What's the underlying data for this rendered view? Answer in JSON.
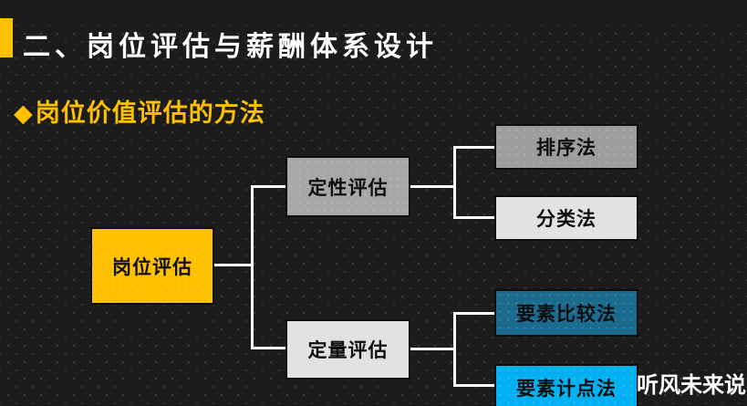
{
  "slide": {
    "title": "二、岗位评估与薪酬体系设计",
    "subtitle_bullet": "◆",
    "subtitle": "岗位价值评估的方法",
    "watermark": "听风未来说",
    "background_color": "#1C1C1C",
    "accent_color": "#FFC000",
    "title_color": "#FFFFFF",
    "subtitle_color": "#FFC000",
    "connector_color": "#FFFFFF"
  },
  "diagram": {
    "root": {
      "label": "岗位评估",
      "fill": "#FFC000"
    },
    "branches": [
      {
        "label": "定性评估",
        "fill": "#A7A7A7",
        "children": [
          {
            "label": "排序法",
            "fill": "#9D9D9D"
          },
          {
            "label": "分类法",
            "fill": "#E2E2E2"
          }
        ]
      },
      {
        "label": "定量评估",
        "fill": "#E2E2E2",
        "children": [
          {
            "label": "要素比较法",
            "fill": "#1B6B8F"
          },
          {
            "label": "要素计点法",
            "fill": "#00B0F0"
          }
        ]
      }
    ]
  }
}
